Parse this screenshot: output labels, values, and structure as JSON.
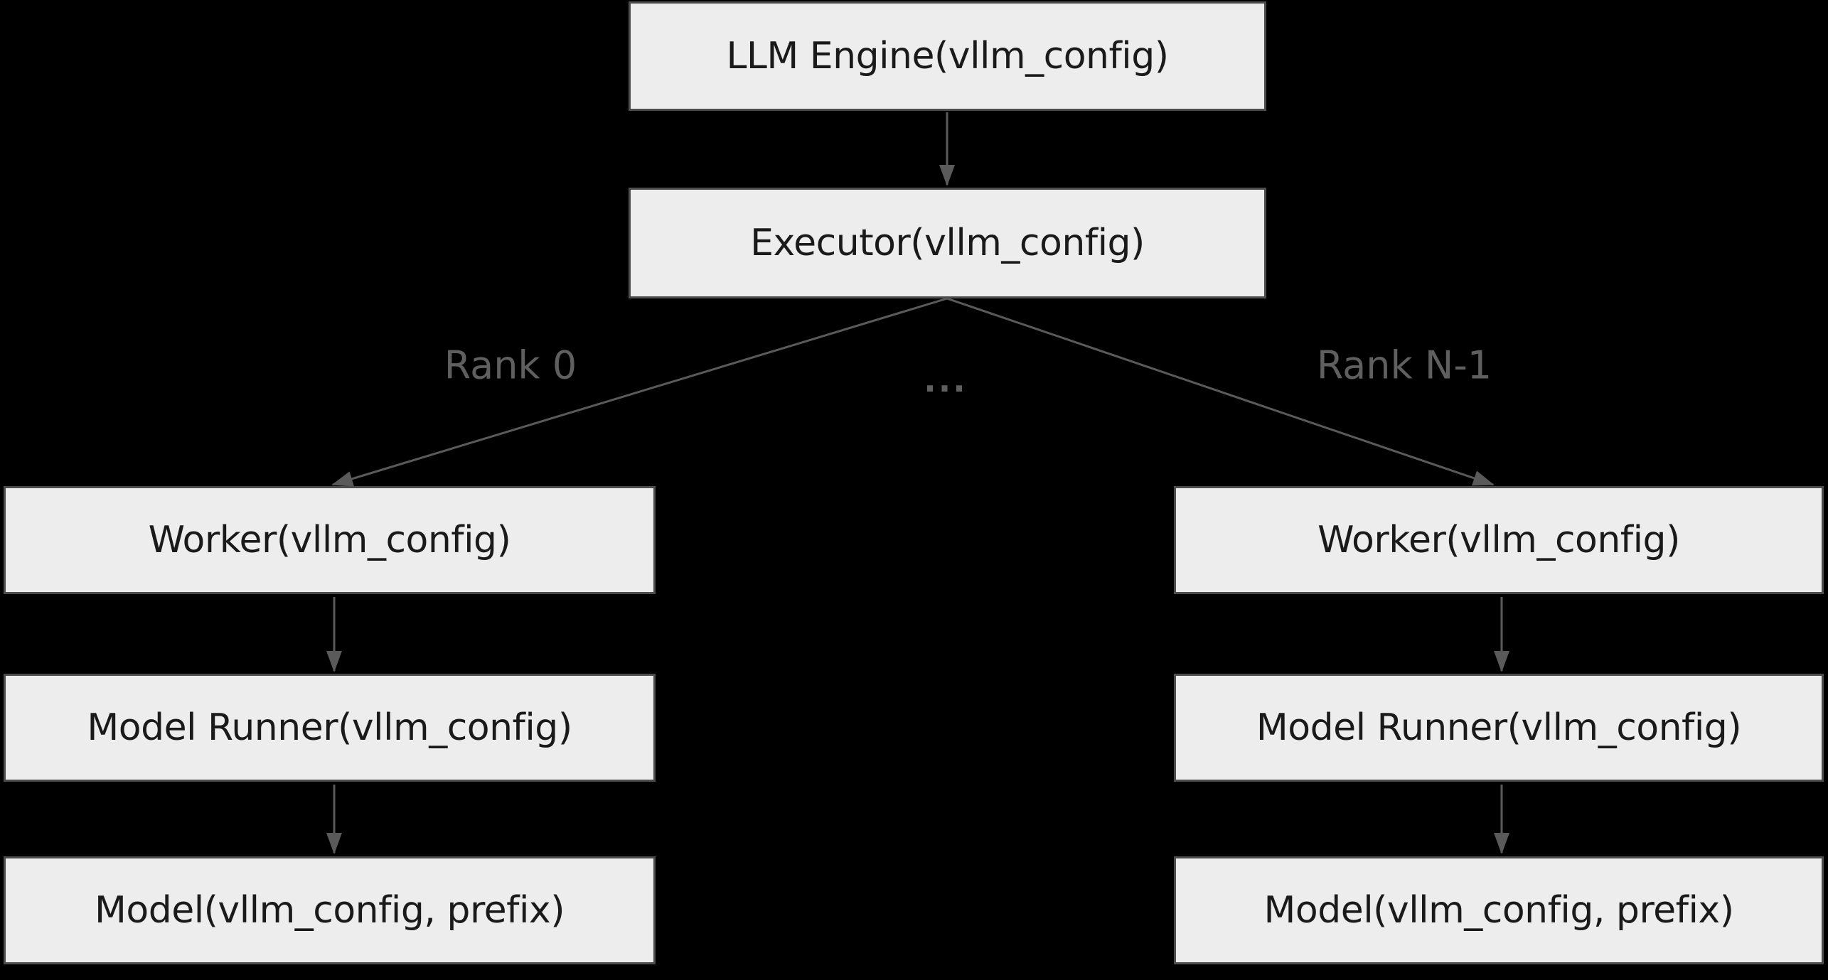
{
  "diagram": {
    "nodes": {
      "llm_engine": {
        "label": "LLM Engine(vllm_config)"
      },
      "executor": {
        "label": "Executor(vllm_config)"
      },
      "worker_left": {
        "label": "Worker(vllm_config)"
      },
      "worker_right": {
        "label": "Worker(vllm_config)"
      },
      "model_runner_left": {
        "label": "Model Runner(vllm_config)"
      },
      "model_runner_right": {
        "label": "Model Runner(vllm_config)"
      },
      "model_left": {
        "label": "Model(vllm_config, prefix)"
      },
      "model_right": {
        "label": "Model(vllm_config, prefix)"
      }
    },
    "edges": [
      {
        "from": "llm_engine",
        "to": "executor",
        "label": ""
      },
      {
        "from": "executor",
        "to": "worker_left",
        "label": "Rank 0"
      },
      {
        "from": "executor",
        "to": "worker_right",
        "label": "Rank N-1"
      },
      {
        "from": "worker_left",
        "to": "model_runner_left",
        "label": ""
      },
      {
        "from": "model_runner_left",
        "to": "model_left",
        "label": ""
      },
      {
        "from": "worker_right",
        "to": "model_runner_right",
        "label": ""
      },
      {
        "from": "model_runner_right",
        "to": "model_right",
        "label": ""
      }
    ],
    "ellipsis_label": "...",
    "colors": {
      "background": "#000000",
      "node_fill": "#ededed",
      "node_border": "#4d4d4d",
      "node_text": "#1a1a1a",
      "edge_line": "#5a5a5a",
      "edge_label_text": "#5f5f5f"
    }
  }
}
